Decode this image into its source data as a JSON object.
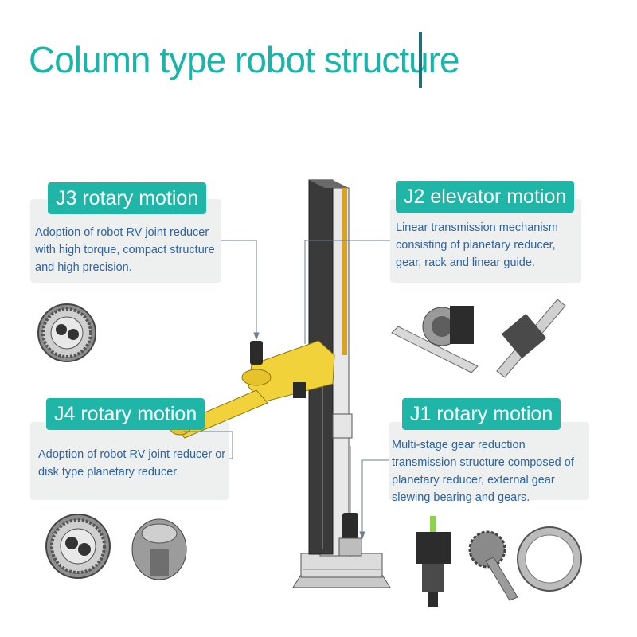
{
  "title": "Column type robot structure",
  "sections": {
    "j3": {
      "heading": "J3 rotary motion",
      "text": "Adoption of robot RV joint reducer with high torque, compact structure and high precision."
    },
    "j2": {
      "heading": "J2 elevator motion",
      "text": "Linear transmission mechanism consisting of planetary reducer, gear, rack and linear guide."
    },
    "j4": {
      "heading": "J4 rotary motion",
      "text": "Adoption of robot RV joint reducer or disk type planetary reducer."
    },
    "j1": {
      "heading": "J1 rotary motion",
      "text": "Multi-stage gear reduction transmission structure composed of planetary reducer, external gear slewing bearing and gears."
    }
  },
  "colors": {
    "title": "#18b5a8",
    "badge": "#1fb6a8",
    "description": "#2d63a4",
    "arm": "#f2d23a",
    "column": "#3a3a3a"
  }
}
